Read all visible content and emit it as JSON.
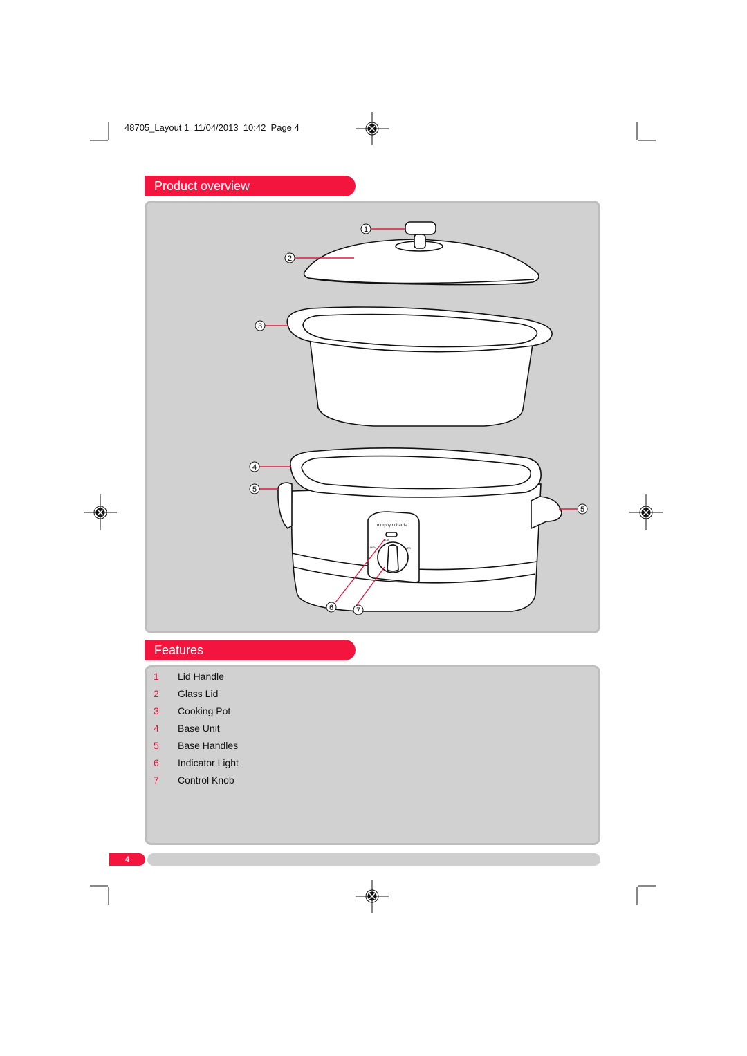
{
  "slug": "48705_Layout 1  11/04/2013  10:42  Page 4",
  "sections": {
    "overview_title": "Product overview",
    "features_title": "Features"
  },
  "callouts": [
    "1",
    "2",
    "3",
    "4",
    "5",
    "5",
    "6",
    "7"
  ],
  "knob_panel": {
    "brand": "morphy richards",
    "settings": [
      "LOW",
      "MED",
      "HIGH"
    ]
  },
  "features": [
    {
      "num": "1",
      "label": "Lid Handle"
    },
    {
      "num": "2",
      "label": "Glass Lid"
    },
    {
      "num": "3",
      "label": "Cooking Pot"
    },
    {
      "num": "4",
      "label": "Base Unit"
    },
    {
      "num": "5",
      "label": "Base Handles"
    },
    {
      "num": "6",
      "label": "Indicator Light"
    },
    {
      "num": "7",
      "label": "Control Knob"
    }
  ],
  "page_number": "4",
  "colors": {
    "accent": "#f4153f",
    "panel": "#d1d1d1"
  }
}
